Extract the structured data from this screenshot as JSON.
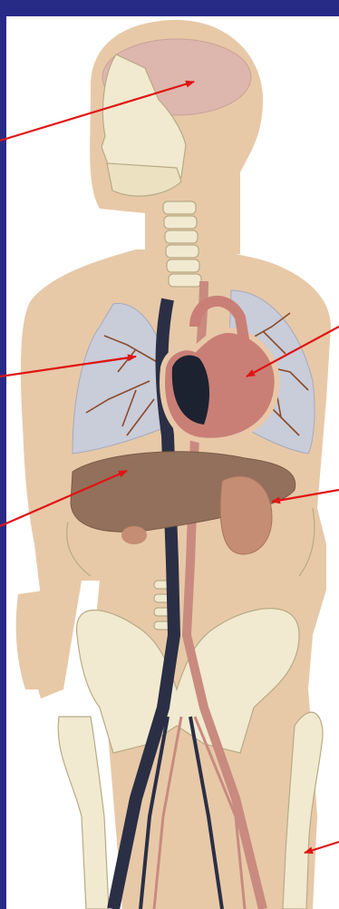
{
  "frame": {
    "border_color": "#282b86"
  },
  "figure": {
    "colors": {
      "background": "#282b86",
      "panel": "#ffffff",
      "body": "#e7c9a8",
      "bone": "#f1ead0",
      "bone_shadow": "#d4c7a2",
      "brain": "#ddb6ad",
      "lungs": "#c9ccd9",
      "bronchi": "#8a4a2a",
      "vein": "#2b2f45",
      "artery": "#c98a7f",
      "heart_dark": "#1d2231",
      "heart_red": "#c97f76",
      "liver": "#93705b",
      "spleen": "#c48d74",
      "pointer": "#e01414"
    },
    "pointers": [
      {
        "target": "brain",
        "direction": "in-from-left"
      },
      {
        "target": "lung",
        "direction": "in-from-left"
      },
      {
        "target": "heart",
        "direction": "in-from-right"
      },
      {
        "target": "liver",
        "direction": "in-from-left"
      },
      {
        "target": "spleen",
        "direction": "in-from-right"
      },
      {
        "target": "femur",
        "direction": "in-from-right"
      }
    ]
  }
}
